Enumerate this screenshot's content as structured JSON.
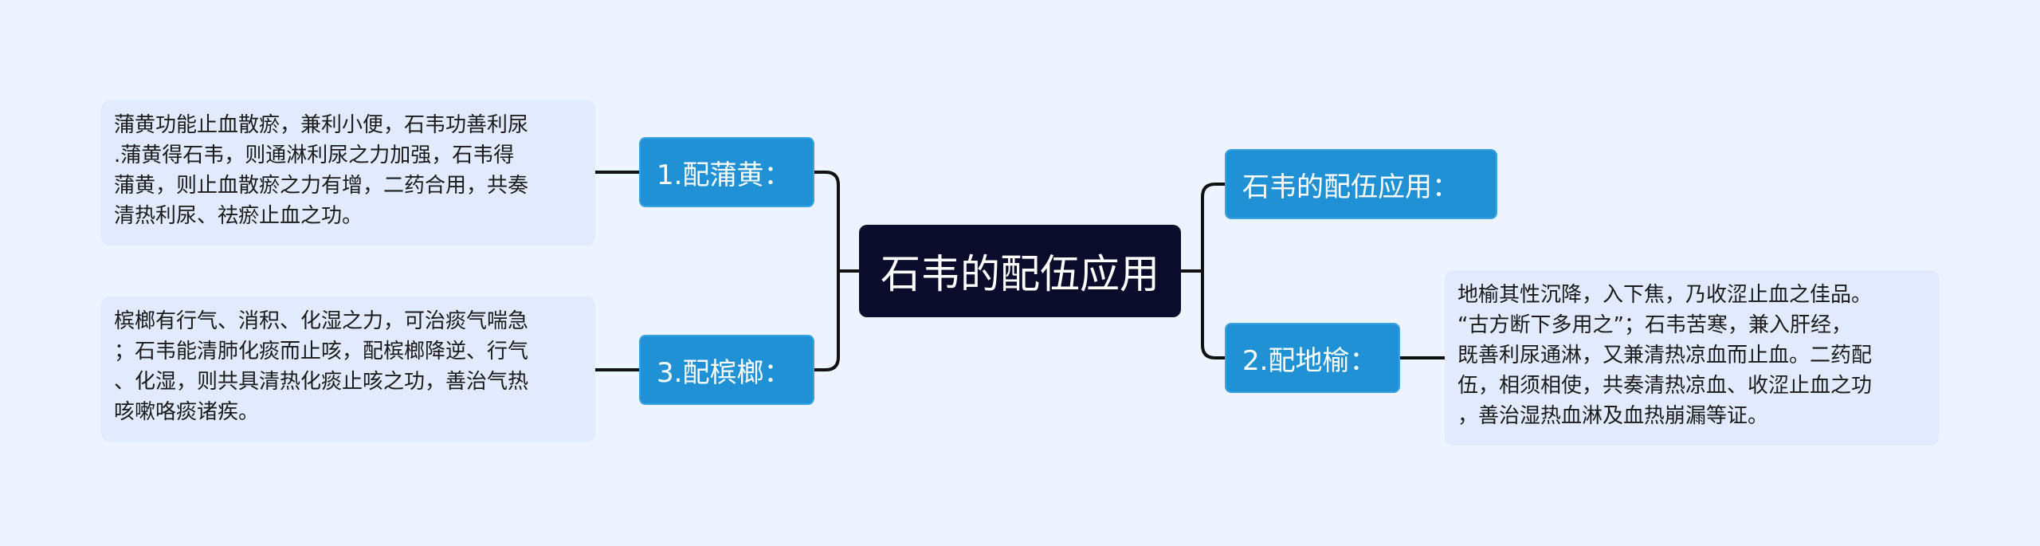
{
  "root": {
    "title": "石韦的配伍应用"
  },
  "branches": [
    {
      "label": "石韦的配伍应用："
    },
    {
      "label": "1.配蒲黄：",
      "detail": "蒲黄功能止血散瘀，兼利小便，石韦功善利尿\n.蒲黄得石韦，则通淋利尿之力加强，石韦得\n蒲黄，则止血散瘀之力有增，二药合用，共奏\n清热利尿、祛瘀止血之功。"
    },
    {
      "label": "2.配地榆：",
      "detail": "地榆其性沉降，入下焦，乃收涩止血之佳品。\n“古方断下多用之”；石韦苦寒，兼入肝经，\n既善利尿通淋，又兼清热凉血而止血。二药配\n伍，相须相使，共奏清热凉血、收涩止血之功\n，善治湿热血淋及血热崩漏等证。"
    },
    {
      "label": "3.配槟榔：",
      "detail": "槟榔有行气、消积、化湿之力，可治痰气喘急\n；石韦能清肺化痰而止咳，配槟榔降逆、行气\n、化湿，则共具清热化痰止咳之功，善治气热\n咳嗽咯痰诸疾。"
    }
  ],
  "colors": {
    "background": "#eef4ff",
    "root_fill": "#0b0c2c",
    "branch_fill": "#1f91d4",
    "leaf_fill": "#e2ebfd",
    "connector": "#111111"
  }
}
